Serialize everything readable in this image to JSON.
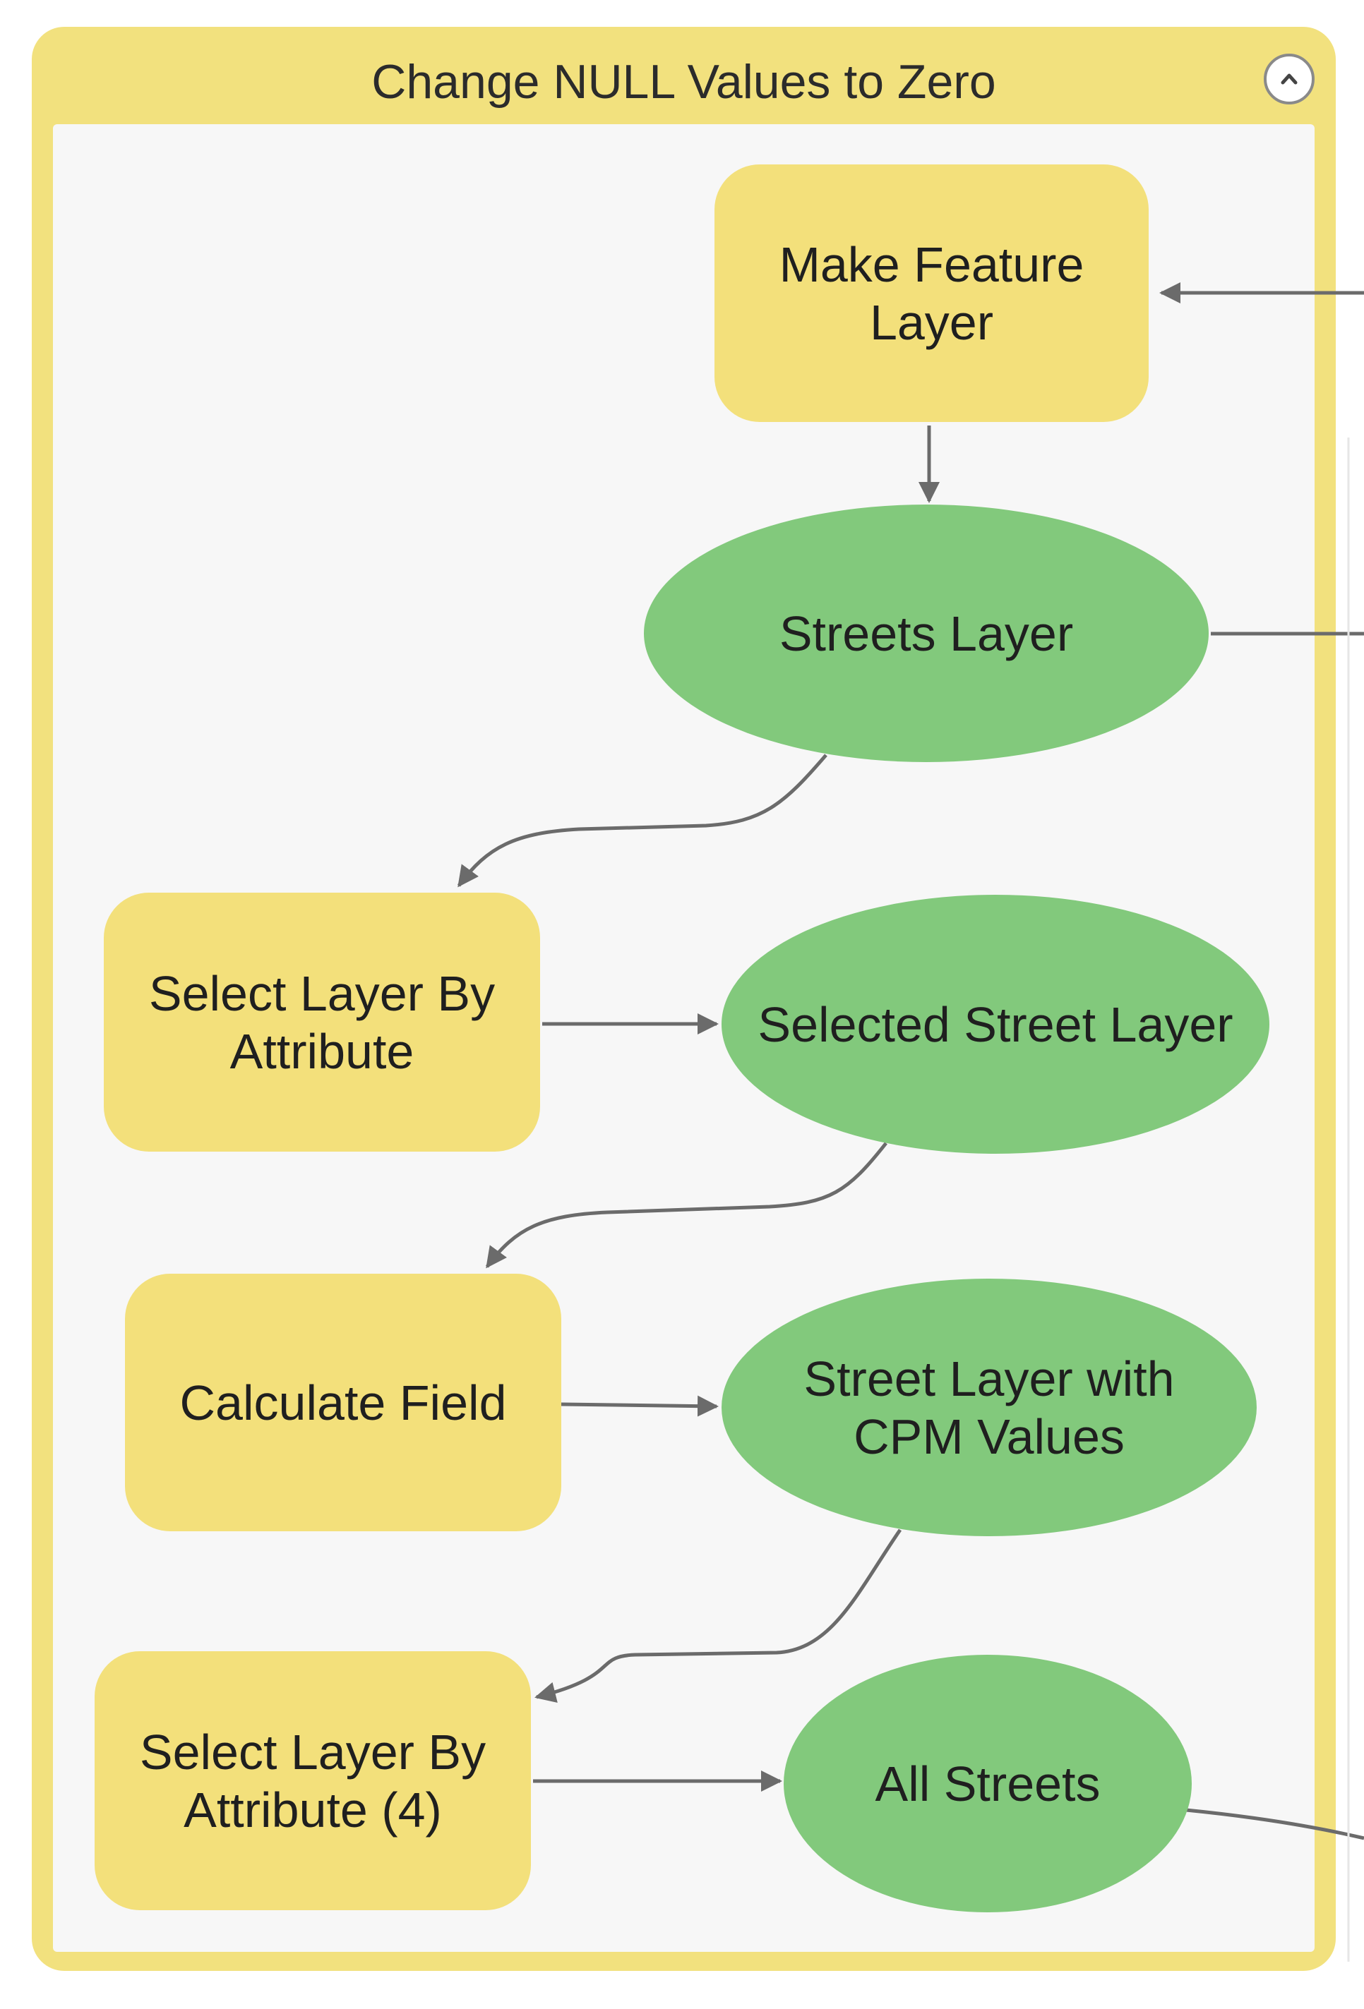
{
  "group": {
    "title": "Change NULL Values to Zero",
    "frame_color": "#f2e17e",
    "collapse_icon": "chevron-up-icon"
  },
  "colors": {
    "tool_fill": "#f3e07b",
    "data_fill": "#82c97c",
    "connector": "#6b6b6b",
    "canvas": "#f7f7f7"
  },
  "nodes": {
    "make_feature_layer": "Make Feature\nLayer",
    "streets_layer": "Streets Layer",
    "select_layer_by_attribute": "Select Layer By\nAttribute",
    "selected_street_layer": "Selected Street Layer",
    "calculate_field": "Calculate Field",
    "street_layer_with_cpm_values": "Street Layer with\nCPM Values",
    "select_layer_by_attribute_4": "Select Layer By\nAttribute (4)",
    "all_streets": "All Streets"
  }
}
